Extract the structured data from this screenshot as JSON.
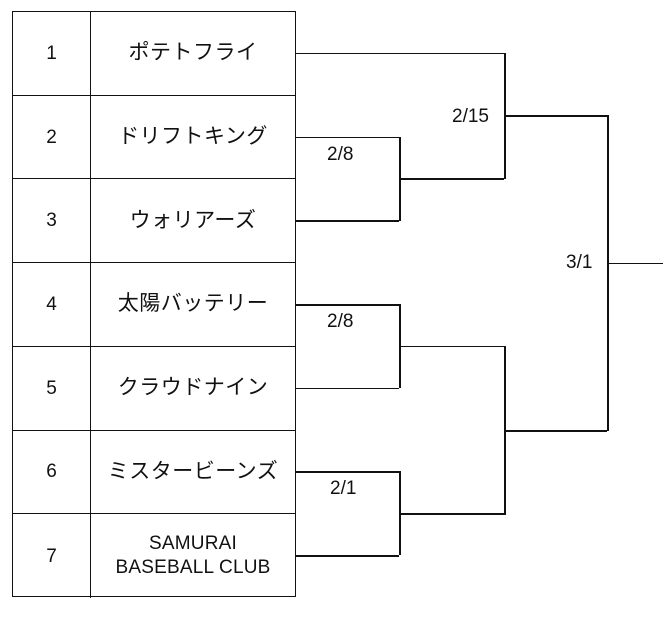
{
  "diagram": {
    "type": "single-elimination-tournament-bracket",
    "title": "",
    "team_count": 7
  },
  "table": {
    "columns": [
      "seed",
      "team"
    ],
    "rows": [
      {
        "seed": "1",
        "name": "ポテトフライ",
        "script": "katakana",
        "lines": [
          "ポテトフライ"
        ]
      },
      {
        "seed": "2",
        "name": "ドリフトキング",
        "script": "katakana",
        "lines": [
          "ドリフトキング"
        ]
      },
      {
        "seed": "3",
        "name": "ウォリアーズ",
        "script": "katakana",
        "lines": [
          "ウォリアーズ"
        ]
      },
      {
        "seed": "4",
        "name": "太陽バッテリー",
        "script": "kanji-katakana",
        "lines": [
          "太陽バッテリー"
        ]
      },
      {
        "seed": "5",
        "name": "クラウドナイン",
        "script": "katakana",
        "lines": [
          "クラウドナイン"
        ]
      },
      {
        "seed": "6",
        "name": "ミスタービーンズ",
        "script": "katakana",
        "lines": [
          "ミスタービーンズ"
        ]
      },
      {
        "seed": "7",
        "name": "SAMURAI BASEBALL CLUB",
        "script": "latin",
        "lines": [
          "SAMURAI",
          "BASEBALL CLUB"
        ]
      }
    ]
  },
  "bracket": {
    "rounds": [
      {
        "round": 1,
        "matches": [
          {
            "id": "r1m1",
            "date": "2/8",
            "seeds": [
              "2",
              "3"
            ]
          },
          {
            "id": "r1m2",
            "date": "2/8",
            "seeds": [
              "4",
              "5"
            ]
          },
          {
            "id": "r1m3",
            "date": "2/1",
            "seeds": [
              "6",
              "7"
            ]
          }
        ]
      },
      {
        "round": 2,
        "matches": [
          {
            "id": "r2m1",
            "date": "2/15",
            "seeds": [
              "1",
              "winner r1m1"
            ]
          },
          {
            "id": "r2m2",
            "date": "",
            "seeds": [
              "winner r1m2",
              "winner r1m3"
            ]
          }
        ]
      },
      {
        "round": 3,
        "matches": [
          {
            "id": "r3m1",
            "date": "3/1",
            "seeds": [
              "winner r2m1",
              "winner r2m2"
            ]
          }
        ]
      }
    ],
    "labels": {
      "r1m1_date": "2/8",
      "r1m2_date": "2/8",
      "r1m3_date": "2/1",
      "r2m1_date": "2/15",
      "r3m1_date": "3/1"
    }
  },
  "colors": {
    "line": "#111111",
    "text": "#111111",
    "background": "#ffffff"
  }
}
